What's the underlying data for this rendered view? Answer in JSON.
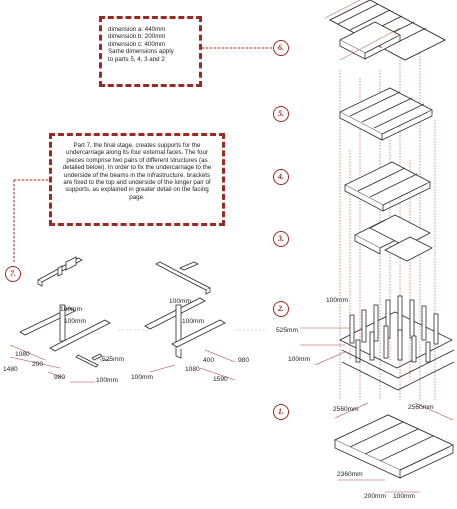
{
  "notes": {
    "dimensions_box": {
      "line1": "dimension a: 440mm",
      "line2": "dimension b: 200mm",
      "line3": "dimension c: 400mm",
      "line4": "Same dimensions apply",
      "line5": "to parts 5, 4, 3 and 2"
    },
    "part7_box": {
      "text": "Part 7, the final stage, creates supports for the undercarriage along its four external faces. The four pieces comprise two pairs of different structures (as detailed below). In order to fix the undercarriage to the underside of the beams in the infrastructure, brackets are fixed to the top and underside of the longer pair of supports, as explained in greater detail on the facing page."
    }
  },
  "stages": {
    "s6": "6.",
    "s5": "5.",
    "s4": "4.",
    "s3": "3.",
    "s2": "2.",
    "s1": "1.",
    "s7": "7."
  },
  "dimensions": {
    "left_100a": "100mm",
    "left_100b": "100mm",
    "left_1080": "1080",
    "left_1480": "1480",
    "left_200": "200",
    "left_525": "525mm",
    "left_980": "980",
    "left_100c": "100mm",
    "mid_100a": "100mm",
    "mid_100b": "100mm",
    "mid_400": "400",
    "mid_980": "980",
    "mid_1080": "1080",
    "mid_100c": "100mm",
    "mid_1590": "1590",
    "s2_100a": "100mm",
    "s2_525": "525mm",
    "s2_100b": "100mm",
    "s1_2560a": "2560mm",
    "s1_2560b": "2560mm",
    "s1_2360": "2360mm",
    "s1_200": "200mm",
    "s1_100": "100mm"
  },
  "colors": {
    "accent": "#9b2a22",
    "line": "#2b2b2b",
    "dimension_line": "#b5423a"
  }
}
